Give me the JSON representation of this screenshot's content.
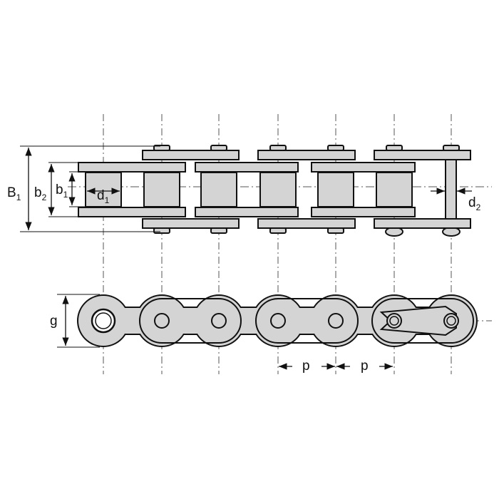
{
  "diagram": {
    "colors": {
      "fill": "#d4d4d4",
      "stroke": "#111111",
      "background": "#ffffff"
    },
    "top_view": {
      "labels": {
        "B1": {
          "main": "B",
          "sub": "1"
        },
        "b2": {
          "main": "b",
          "sub": "2"
        },
        "b1": {
          "main": "b",
          "sub": "1"
        },
        "d1": {
          "main": "d",
          "sub": "1"
        },
        "d2": {
          "main": "d",
          "sub": "2"
        }
      }
    },
    "side_view": {
      "labels": {
        "g": "g",
        "p1": "p",
        "p2": "p"
      }
    }
  }
}
